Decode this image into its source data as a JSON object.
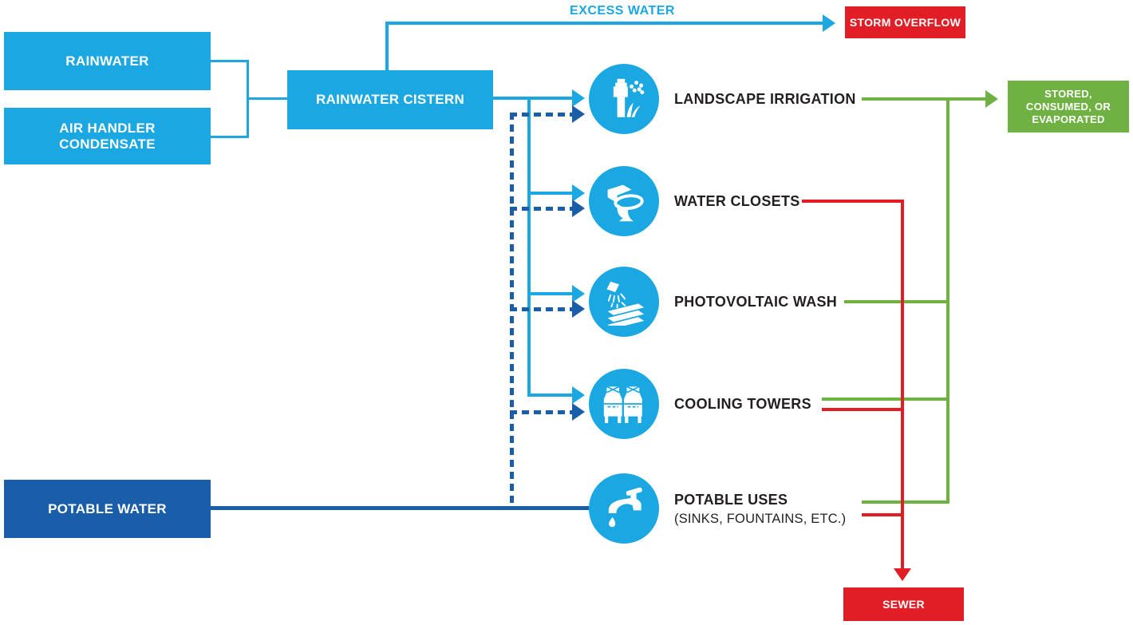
{
  "colors": {
    "light_blue": "#1BA7E1",
    "dark_blue": "#1A5EA9",
    "red": "#E11E26",
    "green": "#6FB243",
    "text_dark": "#231F20"
  },
  "boxes": {
    "rainwater": {
      "label": "RAINWATER"
    },
    "air_handler_condensate": {
      "label": "AIR HANDLER CONDENSATE"
    },
    "rainwater_cistern": {
      "label": "RAINWATER CISTERN"
    },
    "potable_water": {
      "label": "POTABLE WATER"
    },
    "storm_overflow": {
      "label": "STORM OVERFLOW"
    },
    "stored_consumed_evaporated": {
      "label": "STORED, CONSUMED, OR EVAPORATED"
    },
    "sewer": {
      "label": "SEWER"
    }
  },
  "flow_labels": {
    "excess_water": "EXCESS WATER"
  },
  "uses": [
    {
      "label": "LANDSCAPE IRRIGATION",
      "icon": "sprinkler-icon"
    },
    {
      "label": "WATER CLOSETS",
      "icon": "toilet-icon"
    },
    {
      "label": "PHOTOVOLTAIC WASH",
      "icon": "shower-solar-panel-icon"
    },
    {
      "label": "COOLING TOWERS",
      "icon": "cooling-towers-icon"
    },
    {
      "label": "POTABLE USES",
      "sublabel": "(SINKS, FOUNTAINS, ETC.)",
      "icon": "faucet-icon"
    }
  ]
}
